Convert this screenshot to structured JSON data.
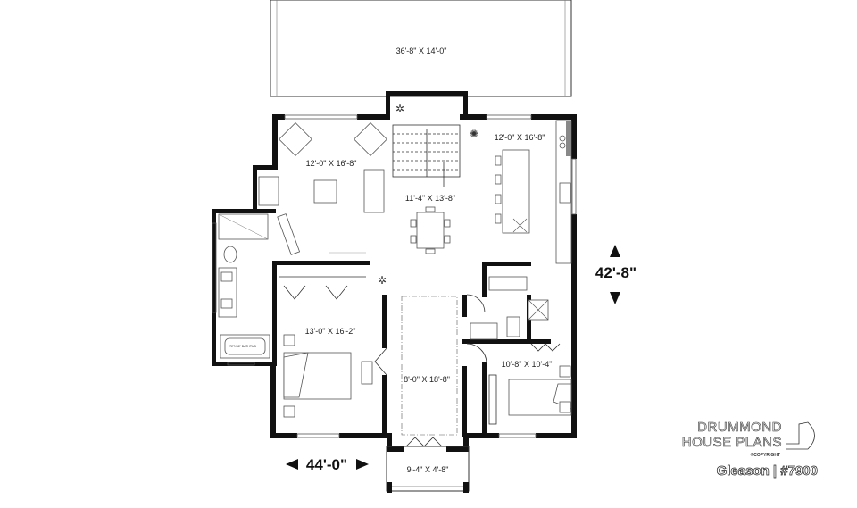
{
  "rooms": {
    "terrace": "36'-8\" X 14'-0\"",
    "living": "12'-0\" X 16'-8\"",
    "dining": "11'-4\" X 13'-8\"",
    "kitchen": "12'-0\" X 16'-8\"",
    "bedroom_left": "13'-0\" X 16'-2\"",
    "hall": "8'-0\" X 18'-8\"",
    "bedroom_right": "10'-8\" X 10'-4\"",
    "porch": "9'-4\" X 4'-8\"",
    "bathtub": "72\"X36\" BATHTUB"
  },
  "dimensions": {
    "depth": "42'-8\"",
    "width": "44'-0\""
  },
  "branding": {
    "logo_line1": "DRUMMOND",
    "logo_line2": "HOUSE PLANS",
    "copyright": "©COPYRIGHT",
    "plan_name": "Gleason | #7900"
  }
}
